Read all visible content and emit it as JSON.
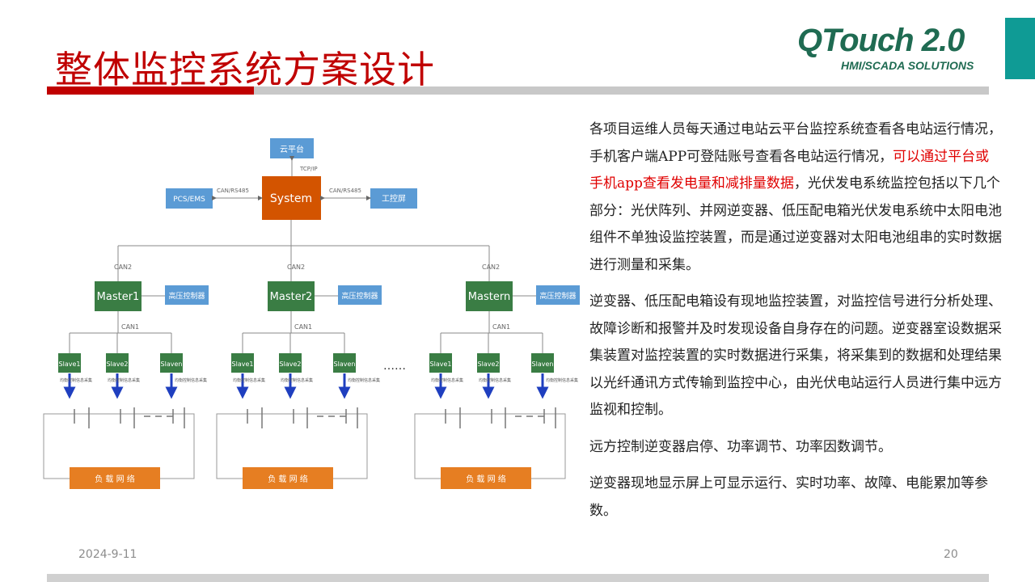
{
  "slide": {
    "title": "整体监控系统方案设计",
    "date": "2024-9-11",
    "page_number": "20"
  },
  "logo": {
    "main": "QTouch 2.0",
    "sub": "HMI/SCADA SOLUTIONS",
    "color": "#1f6b52"
  },
  "colors": {
    "accent_red": "#c00000",
    "box_blue": "#5b9bd5",
    "box_orange": "#d35400",
    "box_green": "#3a7d44",
    "load_orange": "#e67e22"
  },
  "body": {
    "p1_a": "各项目运维人员每天通过电站云平台监控系统查看各电站运行情况，手机客户端APP可登陆账号查看各电站运行情况，",
    "p1_red": "可以通过平台或手机app查看发电量和减排量数据",
    "p1_b": "，光伏发电系统监控包括以下几个部分：光伏阵列、并网逆变器、低压配电箱光伏发电系统中太阳电池组件不单独设监控装置，而是通过逆变器对太阳电池组串的实时数据进行测量和采集。",
    "p2": "逆变器、低压配电箱设有现地监控装置，对监控信号进行分析处理、故障诊断和报警并及时发现设备自身存在的问题。逆变器室设数据采集装置对监控装置的实时数据进行采集，将采集到的数据和处理结果以光纤通讯方式传输到监控中心，由光伏电站运行人员进行集中远方监视和控制。",
    "p3": "远方控制逆变器启停、功率调节、功率因数调节。",
    "p4": "逆变器现地显示屏上可显示运行、实时功率、故障、电能累加等参数。"
  },
  "diagram": {
    "cloud": "云平台",
    "tcp": "TCP/IP",
    "system": "System",
    "pcs": "PCS/EMS",
    "can_rs485_left": "CAN/RS485",
    "can_rs485_right": "CAN/RS485",
    "hmi": "工控屏",
    "can2": "CAN2",
    "can1": "CAN1",
    "hv": "高压控制器",
    "dots": "……",
    "acq": "均衡控制信息采集",
    "load": "负 载 网 络",
    "groups": [
      {
        "master": "Master1",
        "slaves": [
          "Slave1",
          "Slave2",
          "Slaven"
        ]
      },
      {
        "master": "Master2",
        "slaves": [
          "Slave1",
          "Slave2",
          "Slaven"
        ]
      },
      {
        "master": "Mastern",
        "slaves": [
          "Slave1",
          "Slave2",
          "Slaven"
        ]
      }
    ]
  }
}
